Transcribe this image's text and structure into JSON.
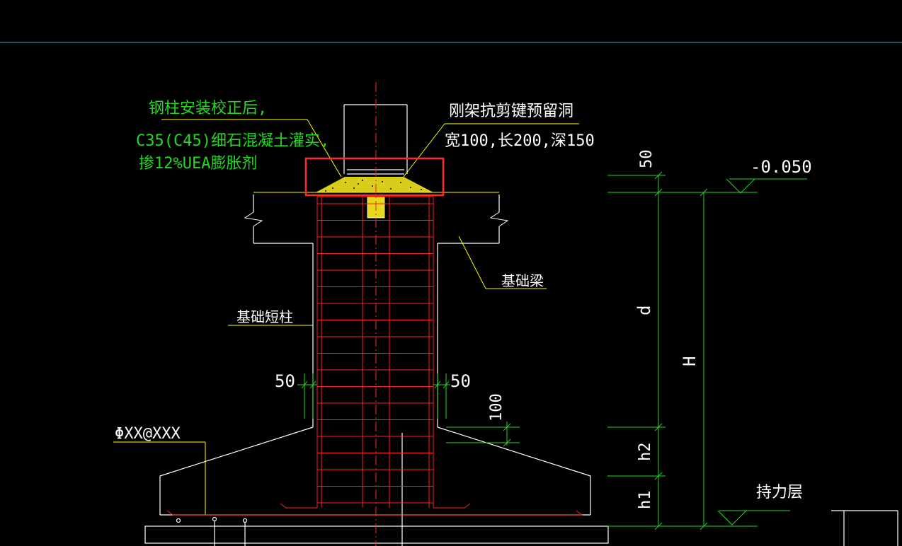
{
  "drawing": {
    "notes": {
      "grout_line1": "钢柱安装校正后,",
      "grout_line2": "C35(C45)细石混凝土灌实,",
      "grout_line3": "掺12%UEA膨胀剂",
      "shear_key_line1": "刚架抗剪键预留洞",
      "shear_key_line2": "宽100,长200,深150",
      "foundation_beam": "基础梁",
      "short_column": "基础短柱",
      "rebar_spec": "ΦXX@XXX",
      "bearing_layer": "持力层"
    },
    "dimensions": {
      "top_offset": "50",
      "elevation": "-0.050",
      "d": "d",
      "H": "H",
      "h2": "h2",
      "h1": "h1",
      "cover_left": "50",
      "cover_right": "50",
      "spacing": "100"
    },
    "colors": {
      "background": "#000000",
      "concrete_lines": "#ffffff",
      "leaders": "#ffff00",
      "rebar": "#ff2020",
      "dimensions": "#22d822",
      "highlight_box": "#ff2a2a",
      "top_rule": "#27b6c8"
    }
  }
}
